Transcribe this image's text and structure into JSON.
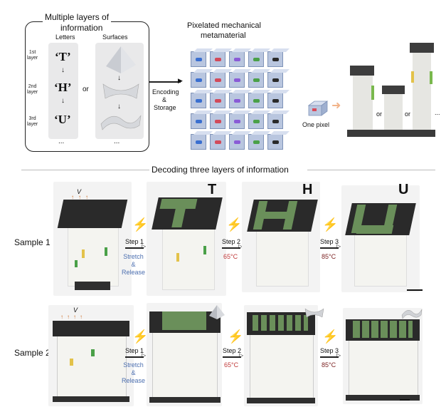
{
  "top": {
    "box_title_line1": "Multiple layers of",
    "box_title_line2": "information",
    "col_letters": "Letters",
    "col_surfaces": "Surfaces",
    "layer1": "1st\nlayer",
    "layer2": "2nd\nlayer",
    "layer3": "3rd\nlayer",
    "letter1": "‘T’",
    "letter2": "‘H’",
    "letter3": "‘U’",
    "or": "or",
    "dots": "...",
    "meta_title_line1": "Pixelated mechanical",
    "meta_title_line2": "metamaterial",
    "encode_line1": "Encoding",
    "encode_line2": "&",
    "encode_line3": "Storage",
    "one_pixel": "One pixel",
    "or_small": "or",
    "dots_small": "..."
  },
  "section_title": "Decoding three layers of information",
  "samples": [
    {
      "label": "Sample 1",
      "v": "V",
      "letters": [
        "T",
        "H",
        "U"
      ],
      "step1": "Step 1",
      "step1_desc": "Stretch\n&\nRelease",
      "step2": "Step 2",
      "step2_temp": "65°C",
      "step3": "Step 3",
      "step3_temp": "85°C"
    },
    {
      "label": "Sample 2",
      "v": "V",
      "step1": "Step 1",
      "step1_desc": "Stretch\n&\nRelease",
      "step2": "Step 2",
      "step2_temp": "65°C",
      "step3": "Step 3",
      "step3_temp": "85°C"
    }
  ],
  "colors": {
    "lightning1": "#e9a4b6",
    "lightning2": "#e0403a",
    "lightning3": "#8a5bd6",
    "cube": "#b9c6df",
    "green_tile": "#6a8f5a"
  }
}
